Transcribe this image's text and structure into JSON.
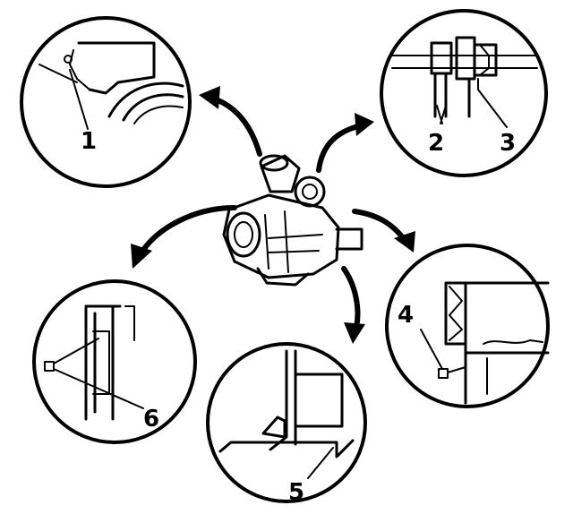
{
  "diagram": {
    "callouts": [
      {
        "id": "callout-1",
        "label": "1"
      },
      {
        "id": "callout-2",
        "label": "2"
      },
      {
        "id": "callout-3",
        "label": "3"
      },
      {
        "id": "callout-4",
        "label": "4"
      },
      {
        "id": "callout-5",
        "label": "5"
      },
      {
        "id": "callout-6",
        "label": "6"
      }
    ],
    "colors": {
      "ink": "#000000",
      "background": "#ffffff"
    }
  }
}
